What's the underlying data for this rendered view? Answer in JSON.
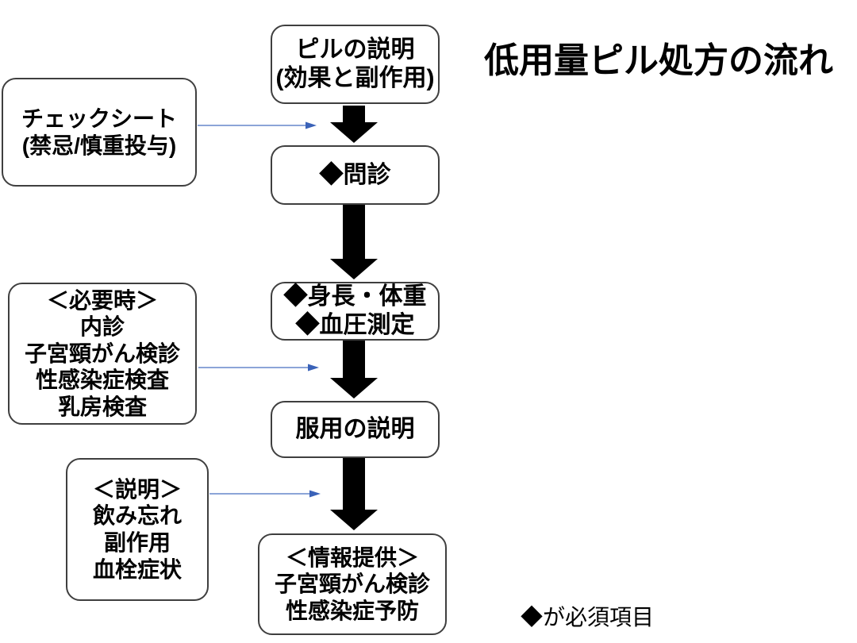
{
  "title": "低用量ピル処方の流れ",
  "note": "◆が必須項目",
  "colors": {
    "background": "#ffffff",
    "box_fill": "#ffffff",
    "box_border": "#3f3f3f",
    "text": "#000000",
    "flow_arrow": "#000000",
    "connector_line": "#8ca5d8",
    "connector_arrowhead": "#3a62b8"
  },
  "flow": {
    "steps": [
      {
        "id": "pill-explanation",
        "lines": [
          "ピルの説明",
          "(効果と副作用)"
        ]
      },
      {
        "id": "interview",
        "lines": [
          "◆問診"
        ]
      },
      {
        "id": "measurements",
        "lines": [
          "◆身長・体重",
          "◆血圧測定"
        ]
      },
      {
        "id": "dosage-explanation",
        "lines": [
          "服用の説明"
        ]
      },
      {
        "id": "information",
        "lines": [
          "＜情報提供＞",
          "子宮頸がん検診",
          "性感染症予防"
        ]
      }
    ]
  },
  "side_notes": [
    {
      "id": "check-sheet",
      "lines": [
        "チェックシート",
        "(禁忌/慎重投与)"
      ]
    },
    {
      "id": "when-necessary",
      "lines": [
        "＜必要時＞",
        "内診",
        "子宮頸がん検診",
        "性感染症検査",
        "乳房検査"
      ]
    },
    {
      "id": "explanation",
      "lines": [
        "＜説明＞",
        "飲み忘れ",
        "副作用",
        "血栓症状"
      ]
    }
  ]
}
